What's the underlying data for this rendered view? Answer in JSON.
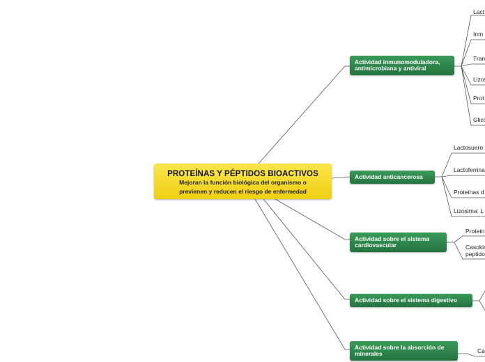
{
  "central": {
    "title": "PROTEÍNAS Y PÉPTIDOS BIOACTIVOS",
    "subtitle_line1": "Mejoran la función biológica del organismo o",
    "subtitle_line2": "previenen y reducen el riesgo de enfermedad"
  },
  "topics": [
    {
      "label_line1": "Actividad inmunomoduladora,",
      "label_line2": "antimicrobiana y antiviral",
      "leaves": [
        "Lact",
        "Inm",
        "Tran",
        "Lizos",
        "Prot",
        "Glico"
      ]
    },
    {
      "label_line1": "Actividad anticancerosa",
      "label_line2": "",
      "leaves": [
        "Lactosuero",
        "Lactoferrina",
        "Proteínas d",
        "Lizosima: L"
      ]
    },
    {
      "label_line1": "Actividad sobre el sistema",
      "label_line2": "cardiovascular",
      "leaves": [
        "Proteín",
        "Casokin",
        "peptido"
      ]
    },
    {
      "label_line1": "Actividad sobre el sistema digestivo",
      "label_line2": "",
      "leaves": []
    },
    {
      "label_line1": "Actividad sobre la absorción de",
      "label_line2": "minerales",
      "leaves": [
        "Cal"
      ]
    }
  ],
  "colors": {
    "central_fill": "#f5d92a",
    "topic_fill": "#2e8a4d",
    "connector": "#555555"
  }
}
